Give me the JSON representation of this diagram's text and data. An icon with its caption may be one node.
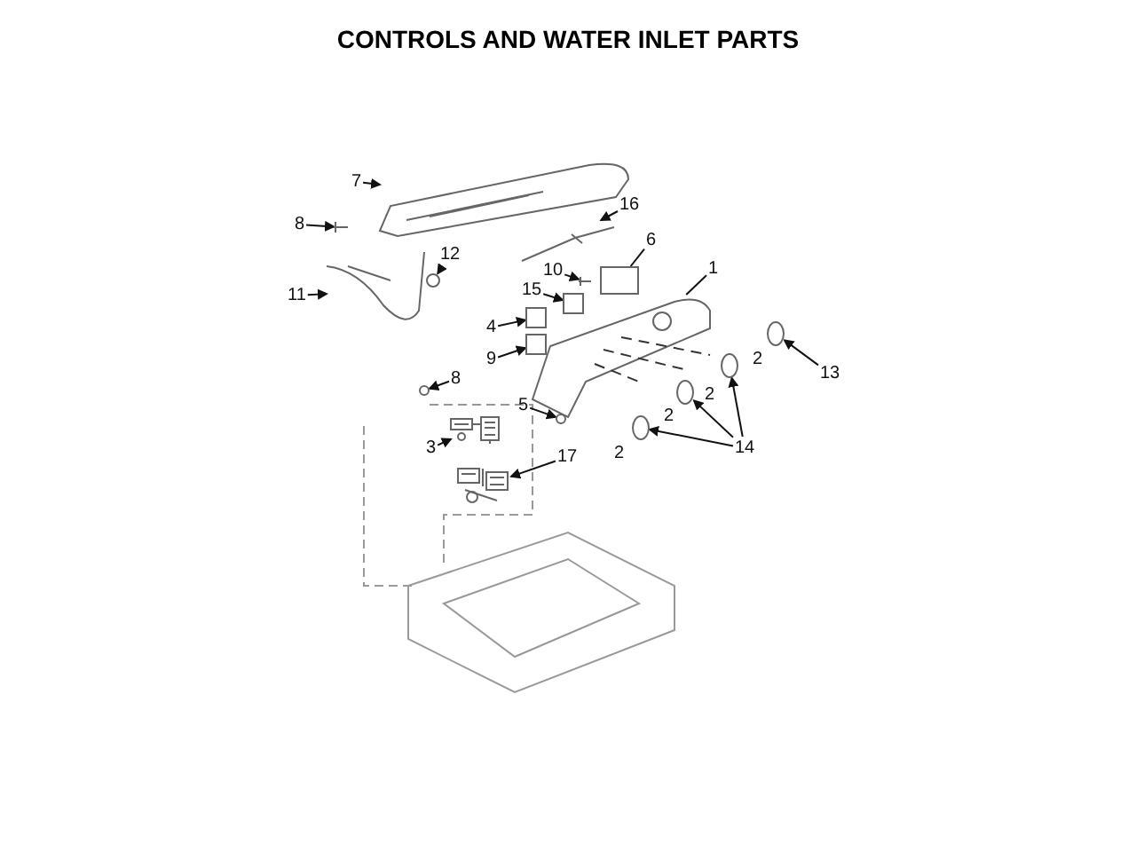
{
  "diagram": {
    "title": "CONTROLS AND WATER INLET PARTS",
    "nodes": [
      {
        "text": [
          "7"
        ]
      },
      {
        "text": [
          "8"
        ]
      },
      {
        "text": [
          "12"
        ]
      },
      {
        "text": [
          "16"
        ]
      },
      {
        "text": [
          "11"
        ]
      },
      {
        "text": [
          "6"
        ]
      },
      {
        "text": [
          "10"
        ]
      },
      {
        "text": [
          "15"
        ]
      },
      {
        "text": [
          "1"
        ]
      },
      {
        "text": [
          "4"
        ]
      },
      {
        "text": [
          "9"
        ]
      },
      {
        "text": [
          "13"
        ]
      },
      {
        "text": [
          "8"
        ]
      },
      {
        "text": [
          "5"
        ]
      },
      {
        "text": [
          "3"
        ]
      },
      {
        "text": [
          "17"
        ]
      },
      {
        "text": [
          "14"
        ]
      },
      {
        "text": [],
        "shape": "picture"
      },
      {
        "text": [],
        "shape": "picture"
      },
      {
        "text": [],
        "shape": "circle"
      },
      {
        "text": [],
        "shape": "picture"
      },
      {
        "text": [],
        "shape": "picture"
      },
      {
        "text": [],
        "shape": "box"
      },
      {
        "text": [],
        "shape": "picture"
      },
      {
        "text": [],
        "shape": "box"
      },
      {
        "text": [],
        "shape": "picture"
      },
      {
        "text": [],
        "shape": "box"
      },
      {
        "text": [],
        "shape": "box"
      },
      {
        "text": [],
        "shape": "circle"
      },
      {
        "text": [],
        "shape": "circle"
      },
      {
        "text": [],
        "shape": "circle"
      },
      {
        "text": [],
        "shape": "picture"
      },
      {
        "text": [],
        "shape": "picture"
      },
      {
        "text": [],
        "shape": "circle"
      },
      {
        "text": [],
        "shape": "circle"
      },
      {
        "text": [],
        "shape": "circle"
      }
    ],
    "edges": [
      {
        "from": 0,
        "to": 17,
        "arrow": "to"
      },
      {
        "from": 1,
        "to": 18,
        "arrow": "to"
      },
      {
        "from": 2,
        "to": 19,
        "arrow": "to"
      },
      {
        "from": 3,
        "to": 20,
        "arrow": "to"
      },
      {
        "from": 4,
        "to": 21,
        "arrow": "to"
      },
      {
        "from": 5,
        "to": 22,
        "arrow": "none"
      },
      {
        "from": 6,
        "to": 23,
        "arrow": "to"
      },
      {
        "from": 7,
        "to": 24,
        "arrow": "to"
      },
      {
        "from": 8,
        "to": 25,
        "arrow": "none"
      },
      {
        "from": 9,
        "to": 26,
        "arrow": "to"
      },
      {
        "from": 10,
        "to": 27,
        "arrow": "to"
      },
      {
        "from": 11,
        "to": 28,
        "arrow": "to"
      },
      {
        "from": 12,
        "to": 29,
        "arrow": "to"
      },
      {
        "from": 13,
        "to": 30,
        "arrow": "to"
      },
      {
        "from": 14,
        "to": 31,
        "arrow": "to"
      },
      {
        "from": 15,
        "to": 32,
        "arrow": "to"
      },
      {
        "from": 16,
        "to": 33,
        "arrow": "to"
      },
      {
        "from": 16,
        "to": 34,
        "arrow": "to"
      },
      {
        "from": 16,
        "to": 35,
        "arrow": "to"
      }
    ],
    "labels": [
      "2",
      "2",
      "2",
      "2"
    ]
  }
}
